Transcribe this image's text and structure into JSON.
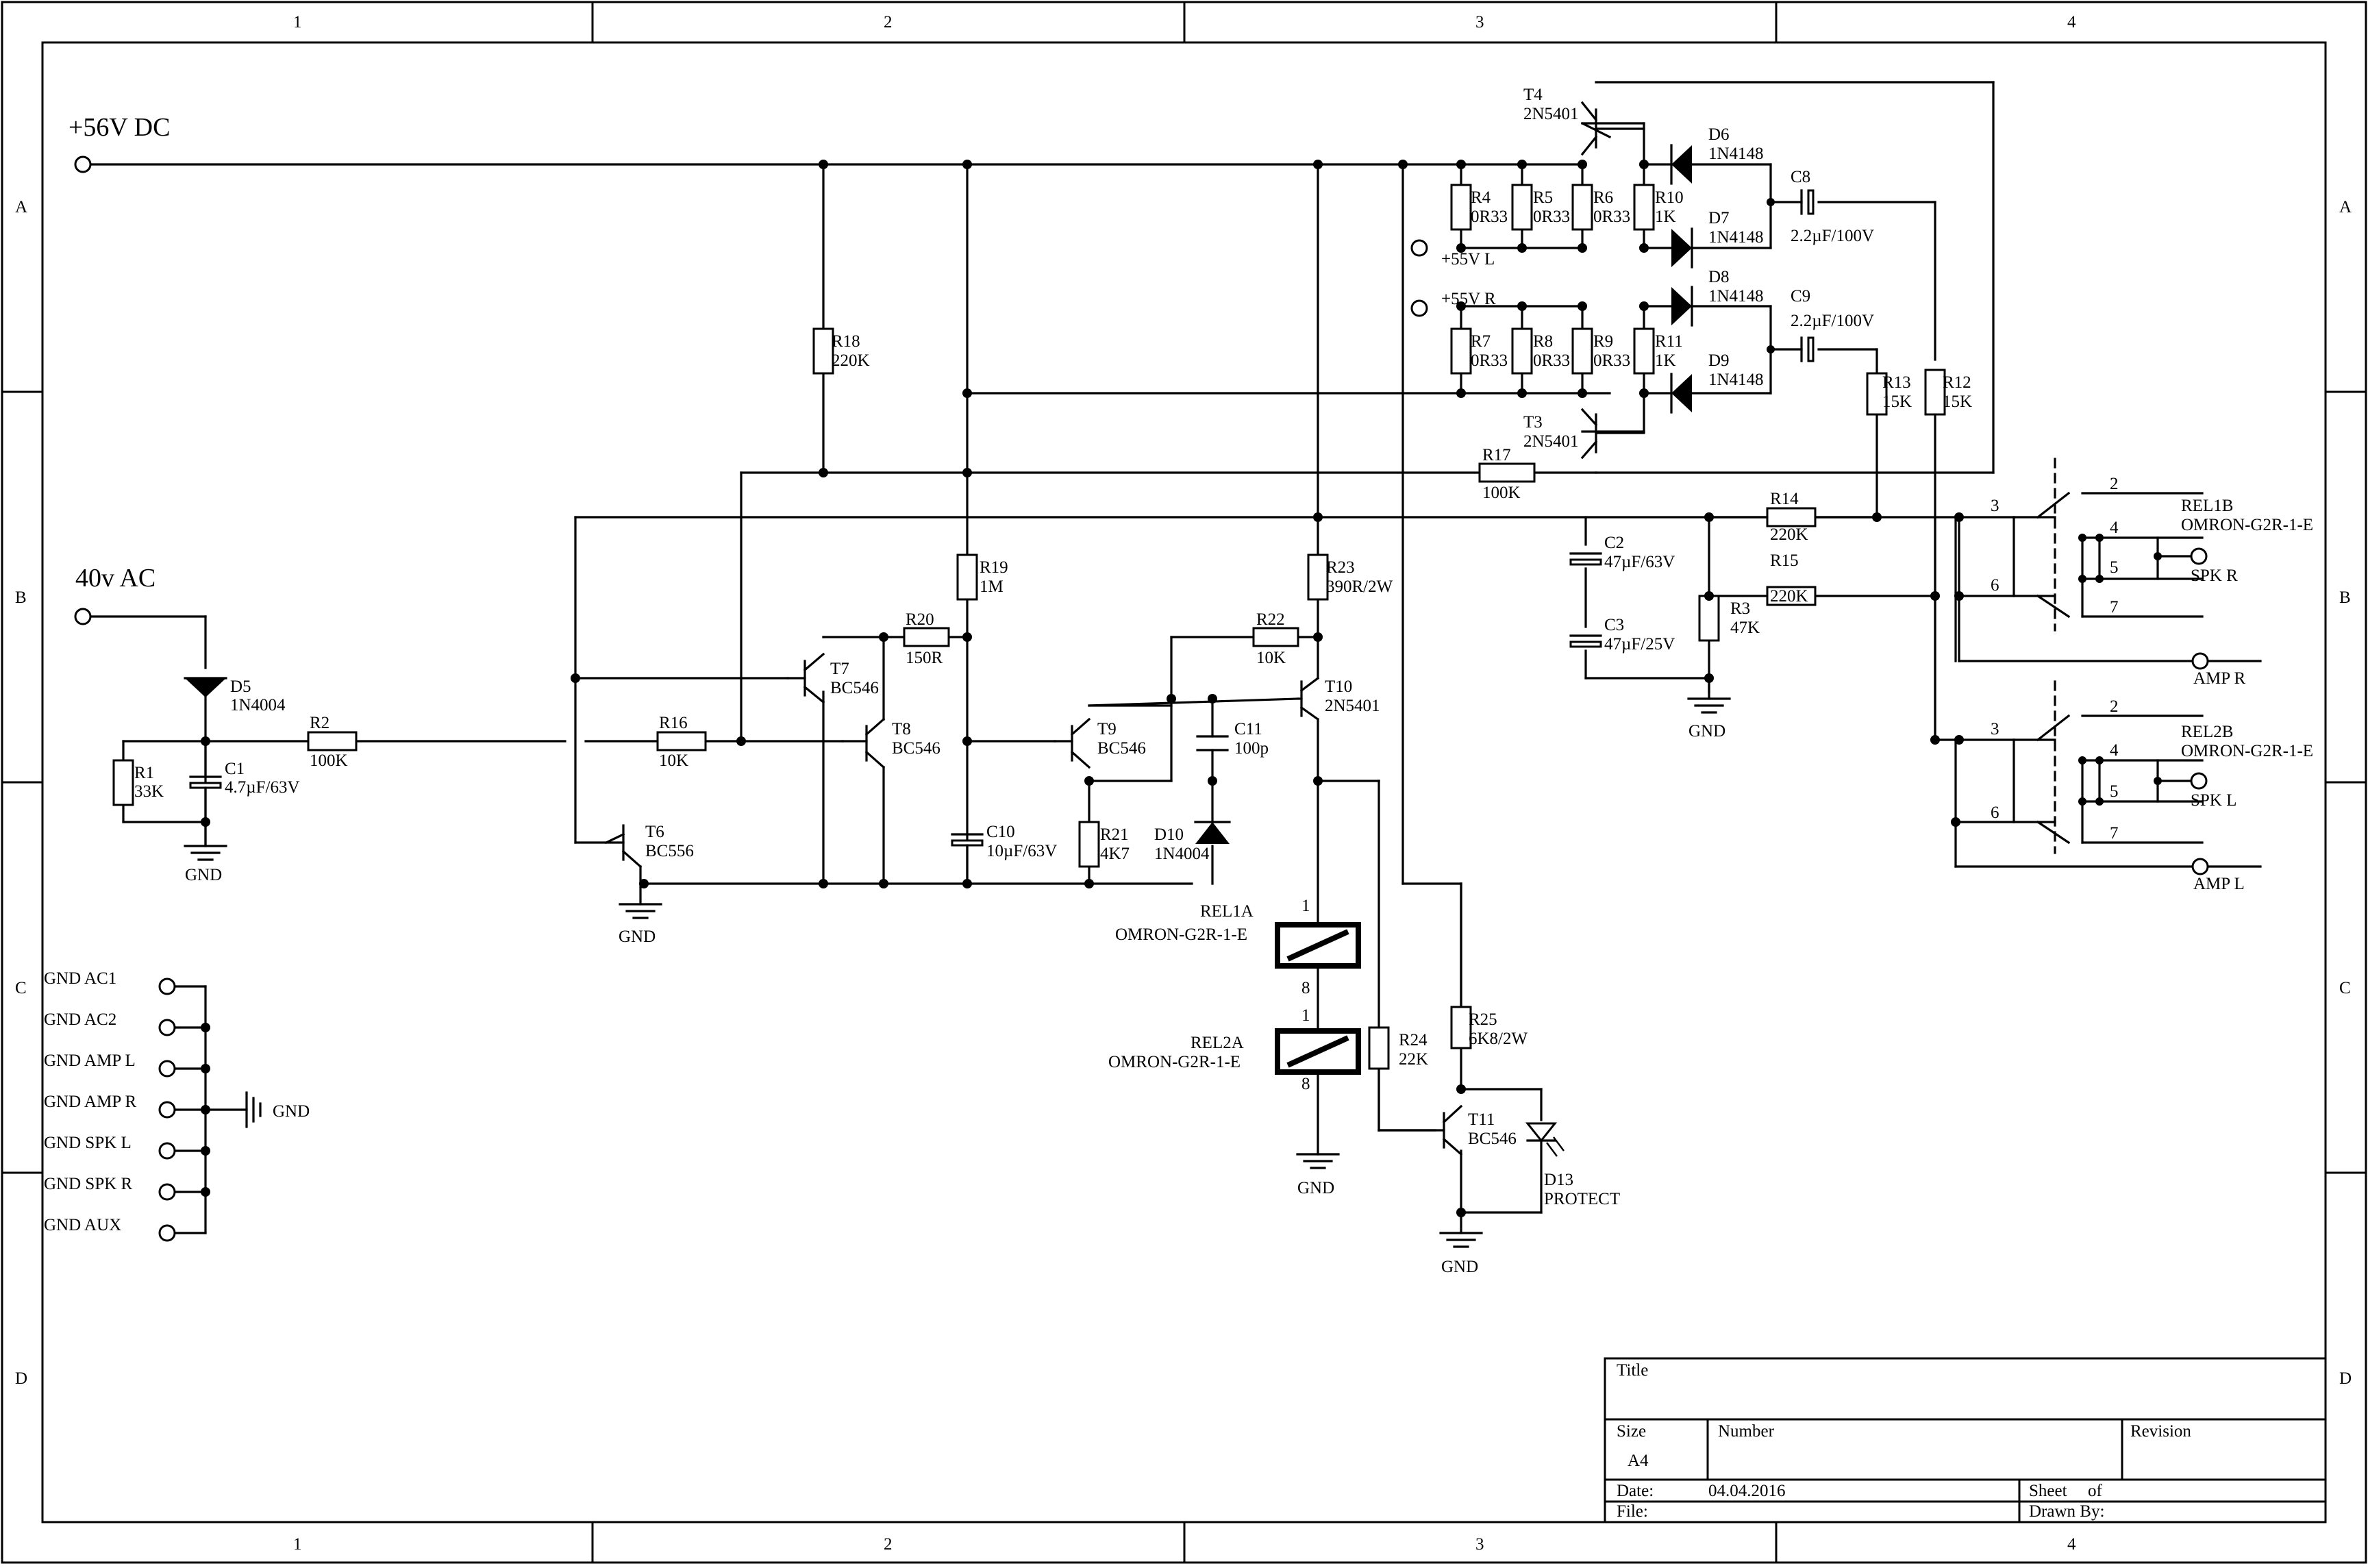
{
  "zones": {
    "columns": [
      "1",
      "2",
      "3",
      "4"
    ],
    "rows": [
      "A",
      "B",
      "C",
      "D"
    ]
  },
  "power": {
    "dc_in": "+56V DC",
    "ac_in": "40v AC",
    "rail_l": "+55V L",
    "rail_r": "+55V R"
  },
  "components": {
    "R1": {
      "ref": "R1",
      "val": "33K"
    },
    "R2": {
      "ref": "R2",
      "val": "100K"
    },
    "R3": {
      "ref": "R3",
      "val": "47K"
    },
    "R4": {
      "ref": "R4",
      "val": "0R33"
    },
    "R5": {
      "ref": "R5",
      "val": "0R33"
    },
    "R6": {
      "ref": "R6",
      "val": "0R33"
    },
    "R7": {
      "ref": "R7",
      "val": "0R33"
    },
    "R8": {
      "ref": "R8",
      "val": "0R33"
    },
    "R9": {
      "ref": "R9",
      "val": "0R33"
    },
    "R10": {
      "ref": "R10",
      "val": "1K"
    },
    "R11": {
      "ref": "R11",
      "val": "1K"
    },
    "R12": {
      "ref": "R12",
      "val": "15K"
    },
    "R13": {
      "ref": "R13",
      "val": "15K"
    },
    "R14": {
      "ref": "R14",
      "val": "220K"
    },
    "R15": {
      "ref": "R15",
      "val": "220K"
    },
    "R16": {
      "ref": "R16",
      "val": "10K"
    },
    "R17": {
      "ref": "R17",
      "val": "100K"
    },
    "R18": {
      "ref": "R18",
      "val": "220K"
    },
    "R19": {
      "ref": "R19",
      "val": "1M"
    },
    "R20": {
      "ref": "R20",
      "val": "150R"
    },
    "R21": {
      "ref": "R21",
      "val": "4K7"
    },
    "R22": {
      "ref": "R22",
      "val": "10K"
    },
    "R23": {
      "ref": "R23",
      "val": "390R/2W"
    },
    "R24": {
      "ref": "R24",
      "val": "22K"
    },
    "R25": {
      "ref": "R25",
      "val": "6K8/2W"
    },
    "C1": {
      "ref": "C1",
      "val": "4.7µF/63V"
    },
    "C2": {
      "ref": "C2",
      "val": "47µF/63V"
    },
    "C3": {
      "ref": "C3",
      "val": "47µF/25V"
    },
    "C8": {
      "ref": "C8",
      "val": "2.2µF/100V"
    },
    "C9": {
      "ref": "C9",
      "val": "2.2µF/100V"
    },
    "C10": {
      "ref": "C10",
      "val": "10µF/63V"
    },
    "C11": {
      "ref": "C11",
      "val": "100p"
    },
    "D5": {
      "ref": "D5",
      "val": "1N4004"
    },
    "D6": {
      "ref": "D6",
      "val": "1N4148"
    },
    "D7": {
      "ref": "D7",
      "val": "1N4148"
    },
    "D8": {
      "ref": "D8",
      "val": "1N4148"
    },
    "D9": {
      "ref": "D9",
      "val": "1N4148"
    },
    "D10": {
      "ref": "D10",
      "val": "1N4004"
    },
    "D13": {
      "ref": "D13",
      "val": "PROTECT"
    },
    "T3": {
      "ref": "T3",
      "val": "2N5401"
    },
    "T4": {
      "ref": "T4",
      "val": "2N5401"
    },
    "T6": {
      "ref": "T6",
      "val": "BC556"
    },
    "T7": {
      "ref": "T7",
      "val": "BC546"
    },
    "T8": {
      "ref": "T8",
      "val": "BC546"
    },
    "T9": {
      "ref": "T9",
      "val": "BC546"
    },
    "T10": {
      "ref": "T10",
      "val": "2N5401"
    },
    "T11": {
      "ref": "T11",
      "val": "BC546"
    },
    "REL1A": {
      "ref": "REL1A",
      "val": "OMRON-G2R-1-E"
    },
    "REL2A": {
      "ref": "REL2A",
      "val": "OMRON-G2R-1-E"
    },
    "REL1B": {
      "ref": "REL1B",
      "val": "OMRON-G2R-1-E"
    },
    "REL2B": {
      "ref": "REL2B",
      "val": "OMRON-G2R-1-E"
    }
  },
  "gnd": "GND",
  "relay_pins": {
    "p1": "1",
    "p2": "2",
    "p3": "3",
    "p4": "4",
    "p5": "5",
    "p6": "6",
    "p7": "7",
    "p8": "8"
  },
  "connectors": {
    "spk_r": "SPK R",
    "amp_r": "AMP R",
    "spk_l": "SPK L",
    "amp_l": "AMP L"
  },
  "gnd_terminals": [
    "GND AC1",
    "GND AC2",
    "GND AMP L",
    "GND AMP R",
    "GND SPK L",
    "GND SPK R",
    "GND AUX"
  ],
  "title_block": {
    "title_label": "Title",
    "size_label": "Size",
    "size_value": "A4",
    "number_label": "Number",
    "revision_label": "Revision",
    "date_label": "Date:",
    "date_value": "04.04.2016",
    "sheet_label": "Sheet",
    "of_label": "of",
    "file_label": "File:",
    "drawn_label": "Drawn By:"
  }
}
